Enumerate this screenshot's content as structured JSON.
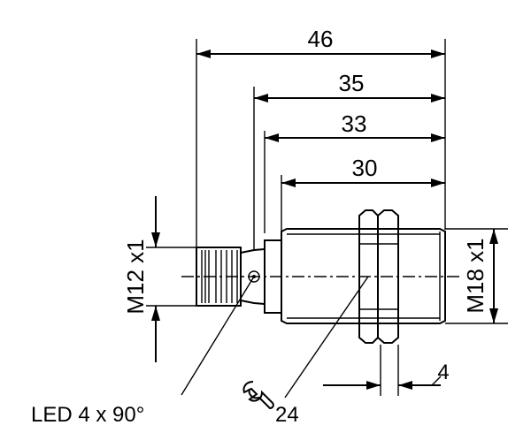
{
  "dimensions": {
    "overall": "46",
    "to_housing": "35",
    "to_thread_start": "33",
    "thread_length": "30",
    "nut_width": "4"
  },
  "labels": {
    "connector_thread": "M12 x1",
    "body_thread": "M18 x1",
    "led": "LED 4 x 90°",
    "wrench_size": "24"
  },
  "icons": {
    "wrench": "wrench-icon"
  }
}
